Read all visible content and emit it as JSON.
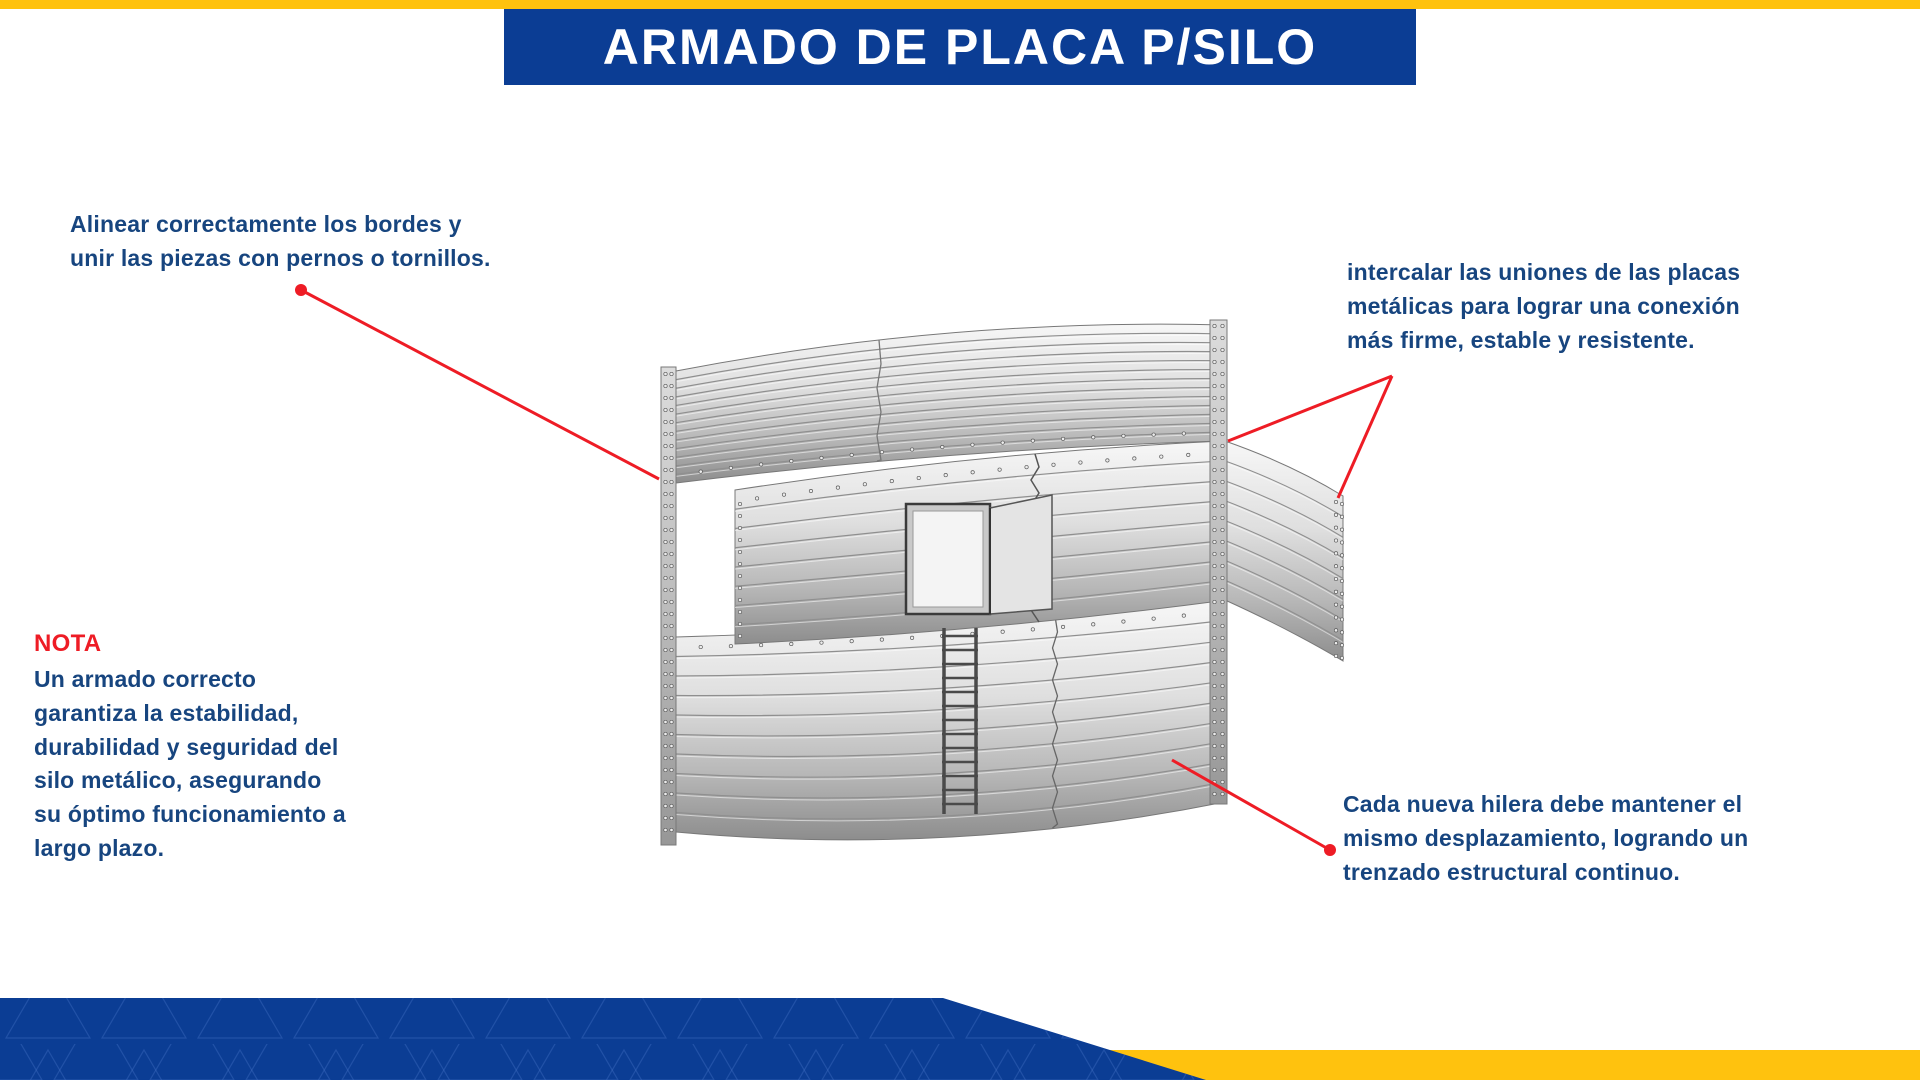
{
  "title": {
    "banner": "ARMADO DE PLACA P/SILO"
  },
  "annotations": {
    "align": {
      "text": "Alinear correctamente los bordes y\nunir las piezas con pernos o tornillos."
    },
    "interleave": {
      "text": "intercalar las uniones de las placas\nmetálicas para lograr una conexión\nmás firme, estable y resistente."
    },
    "note_label": "NOTA",
    "note_body": "Un armado correcto\ngarantiza la estabilidad,\ndurabilidad y seguridad del\nsilo metálico, asegurando\nsu óptimo funcionamiento a\nlargo plazo.",
    "rows": {
      "text": "Cada nueva hilera debe mantener el\nmismo desplazamiento, logrando un\ntrenzado estructural continuo."
    }
  },
  "colors": {
    "accent-yellow": "#FFC20E",
    "brand-blue": "#0B3D94",
    "text-navy": "#17457F",
    "alert-red": "#EE1C25"
  }
}
